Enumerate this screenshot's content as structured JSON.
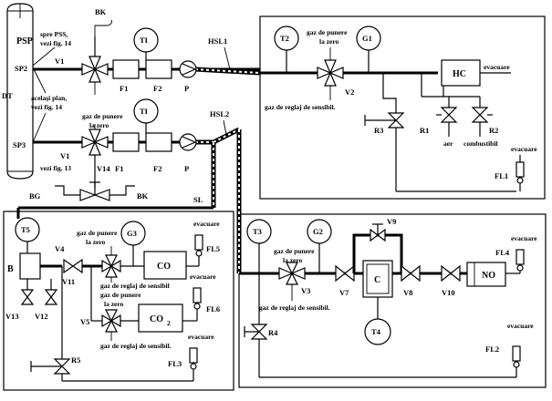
{
  "labels": {
    "psp": "PSP",
    "dt": "DT",
    "sp2": "SP2",
    "sp3": "SP3",
    "spre_pss": "spre PSS,",
    "vezi_fig14_a": "vezi fig. 14",
    "acelasi_plan": "acelaşi plan,",
    "vezi_fig14_b": "vezi fig. 14",
    "vezi_fig13": "vezi fig. 13",
    "bk_top": "BK",
    "bk_bottom": "BK",
    "bg": "BG",
    "v1_top": "V1",
    "v1_mid": "V1",
    "v14": "V14",
    "gaz_punere_zero_v1": "gaz de punere",
    "la_zero_v1": "la zero",
    "f1_top": "F1",
    "f2_top": "F2",
    "p_top": "P",
    "f1_mid": "F1",
    "f2_mid": "F2",
    "p_mid": "P",
    "ti_top": "TI",
    "ti_mid": "TI",
    "hsl1": "HSL1",
    "hsl2": "HSL2",
    "sl": "SL",
    "t2": "T2",
    "g1": "G1",
    "gaz_punere_v2": "gaz de punere",
    "la_zero_v2": "la zero",
    "v2": "V2",
    "gaz_reglaj_v2": "gaz  de reglaj de sensibil.",
    "hc": "HC",
    "evacuare_hc": "evacuare",
    "r3": "R3",
    "r1": "R1",
    "r2": "R2",
    "aer": "aer",
    "combustibil": "combustibil",
    "evacuare_fl1": "evacuare",
    "fl1": "FL1",
    "t5": "T5",
    "b": "B",
    "v4": "V4",
    "v11": "V11",
    "v13": "V13",
    "v12": "V12",
    "v5": "V5",
    "r5": "R5",
    "g3": "G3",
    "gaz_punere_co": "gaz de punere",
    "la_zero_co": "la zero",
    "co": "CO",
    "gaz_reglaj_co": "gaz de reglaj de sensibil",
    "gaz_punere_co2": "gaz de punere",
    "la_zero_co2": "la zero",
    "co2": "CO",
    "co2_sub": "2",
    "gaz_reglaj_co2": "gaz de reglaj de sensibil.",
    "evacuare_fl5": "evacuare",
    "fl5": "FL5",
    "evacuare_fl6": "evacuare",
    "fl6": "FL6",
    "evacuare_fl3": "evacuare",
    "fl3": "FL3",
    "t3": "T3",
    "g2": "G2",
    "gaz_punere_v3": "gaz de punere",
    "la_zero_v3": "la zero",
    "v3": "V3",
    "v7": "V7",
    "v9": "V9",
    "c": "C",
    "v8": "V8",
    "t4": "T4",
    "v10": "V10",
    "no": "NO",
    "evacuare_fl4": "evacuare",
    "fl4": "FL4",
    "gaz_reglaj_v3": "gaz de reglaj de sensibil.",
    "r4": "R4",
    "evacuare_fl2": "evacuare",
    "fl2": "FL2"
  }
}
